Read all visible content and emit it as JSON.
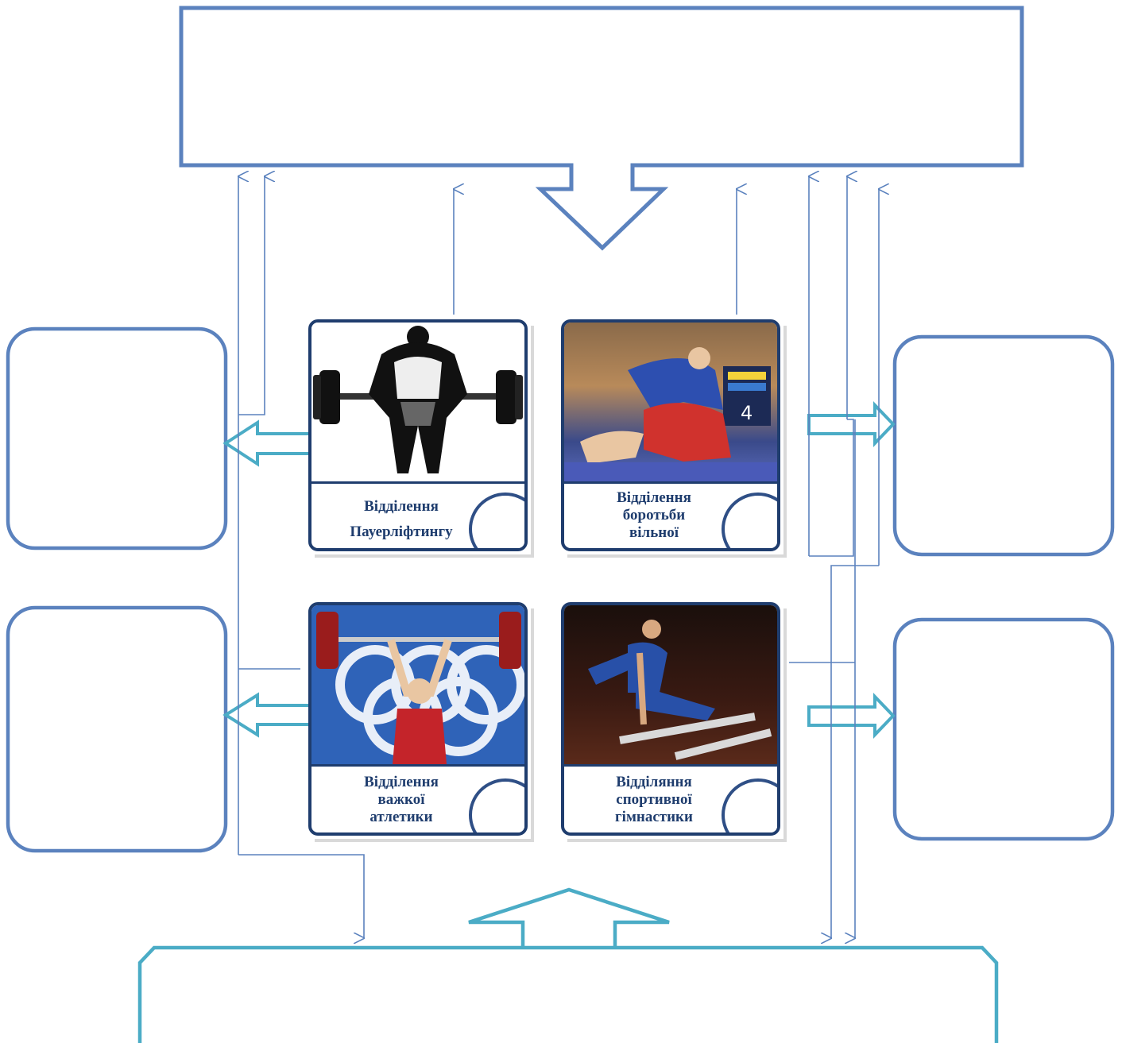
{
  "units": [
    {
      "id": "powerlifting",
      "caption_lines": [
        "Відділення",
        "Пауерліфтингу"
      ],
      "image": "powerlifter-illustration"
    },
    {
      "id": "wrestling",
      "caption_lines": [
        "Відділення",
        "боротьби",
        "вільної"
      ],
      "image": "wrestling-photo"
    },
    {
      "id": "weightlifting",
      "caption_lines": [
        "Відділення",
        "важкої",
        "атлетики"
      ],
      "image": "weightlifting-photo"
    },
    {
      "id": "gymnastics",
      "caption_lines": [
        "Відділяння",
        "спортивної",
        "гімнастики"
      ],
      "image": "gymnastics-photo"
    }
  ],
  "colors": {
    "box_border": "#5b82be",
    "arrow_thin": "#5b82be",
    "arrow_teal": "#4bacc6",
    "card_border": "#1f3d6e"
  }
}
